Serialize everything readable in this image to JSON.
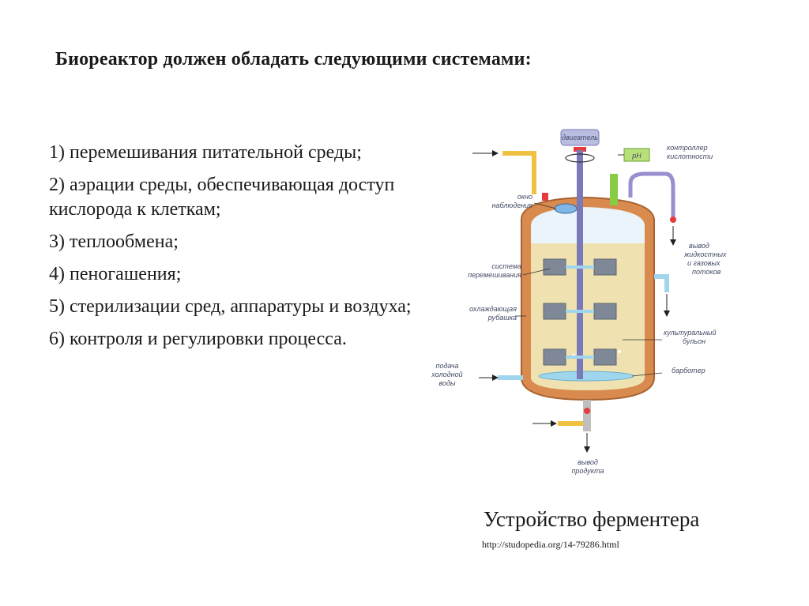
{
  "title": "Биореактор должен обладать следующими системами:",
  "systems": [
    "1) перемешивания питательной среды;",
    "2) аэрации среды, обеспечивающая доступ кислорода к клеткам;",
    "3) теплообмена;",
    "4) пеногашения;",
    "5) стерилизации сред, аппаратуры и воздуха;",
    "6) контроля и регулировки процесса."
  ],
  "diagram": {
    "labels": {
      "motor": "двигатель",
      "ph": "pH",
      "ph_controller_1": "контроллер",
      "ph_controller_2": "кислотности",
      "window_1": "окно",
      "window_2": "наблюдения",
      "outlet_1": "вывод",
      "outlet_2": "жидкостных",
      "outlet_3": "и газовых",
      "outlet_4": "потоков",
      "mixing_1": "система",
      "mixing_2": "перемешивания",
      "jacket_1": "охлаждающая",
      "jacket_2": "рубашка",
      "broth_1": "культуральный",
      "broth_2": "бульон",
      "sparger": "барботер",
      "water_1": "подача",
      "water_2": "холодной",
      "water_3": "воды",
      "product_1": "вывод",
      "product_2": "продукта"
    },
    "colors": {
      "jacket": "#d98a4e",
      "broth": "#efe2b0",
      "shaft": "#7a7ab8",
      "water": "#9fd6ee",
      "ph": "#88cc44",
      "pipe": "#f0c040"
    }
  },
  "caption": "Устройство ферментера",
  "source": "http://studopedia.org/14-79286.html"
}
